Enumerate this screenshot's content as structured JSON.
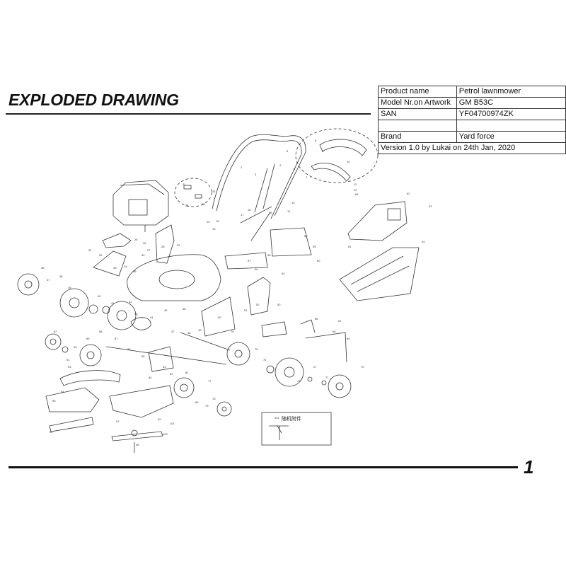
{
  "header": {
    "title": "EXPLODED DRAWING"
  },
  "info_table": [
    {
      "label": "Product name",
      "value": "Petrol lawnmower"
    },
    {
      "label": "Model Nr.on Artwork",
      "value": "GM B53C"
    },
    {
      "label": "SAN",
      "value": "YF04700974ZK"
    },
    {
      "label": "",
      "value": ""
    },
    {
      "label": "Brand",
      "value": "Yard force"
    },
    {
      "label": "Version 1.0 by Lukai on 24th Jan, 2020",
      "value": ""
    }
  ],
  "drawing": {
    "accessory_box_label": "随机附件",
    "part_numbers": [
      "1",
      "2",
      "3",
      "4",
      "5",
      "6",
      "7",
      "8",
      "9",
      "10",
      "11",
      "12",
      "13",
      "14",
      "15",
      "16",
      "17",
      "18",
      "19",
      "20",
      "21",
      "22",
      "23",
      "24",
      "25",
      "26",
      "27",
      "28",
      "29",
      "30",
      "31",
      "32",
      "33",
      "34",
      "35",
      "36",
      "37",
      "38",
      "39",
      "40",
      "41",
      "42",
      "43",
      "44",
      "45",
      "46",
      "47",
      "48",
      "49",
      "50",
      "51",
      "52",
      "53",
      "54",
      "55",
      "56",
      "57",
      "58",
      "59",
      "60",
      "61",
      "62",
      "63",
      "64",
      "65",
      "66",
      "67",
      "68",
      "69",
      "70",
      "71",
      "72",
      "73",
      "74",
      "75",
      "76",
      "77",
      "78",
      "79",
      "80",
      "81",
      "82",
      "83",
      "84",
      "85",
      "86",
      "87",
      "88",
      "89",
      "90",
      "91",
      "92",
      "93",
      "94",
      "95",
      "96",
      "97",
      "98",
      "99",
      "100",
      "101",
      "102"
    ]
  },
  "footer": {
    "page_number": "1"
  }
}
